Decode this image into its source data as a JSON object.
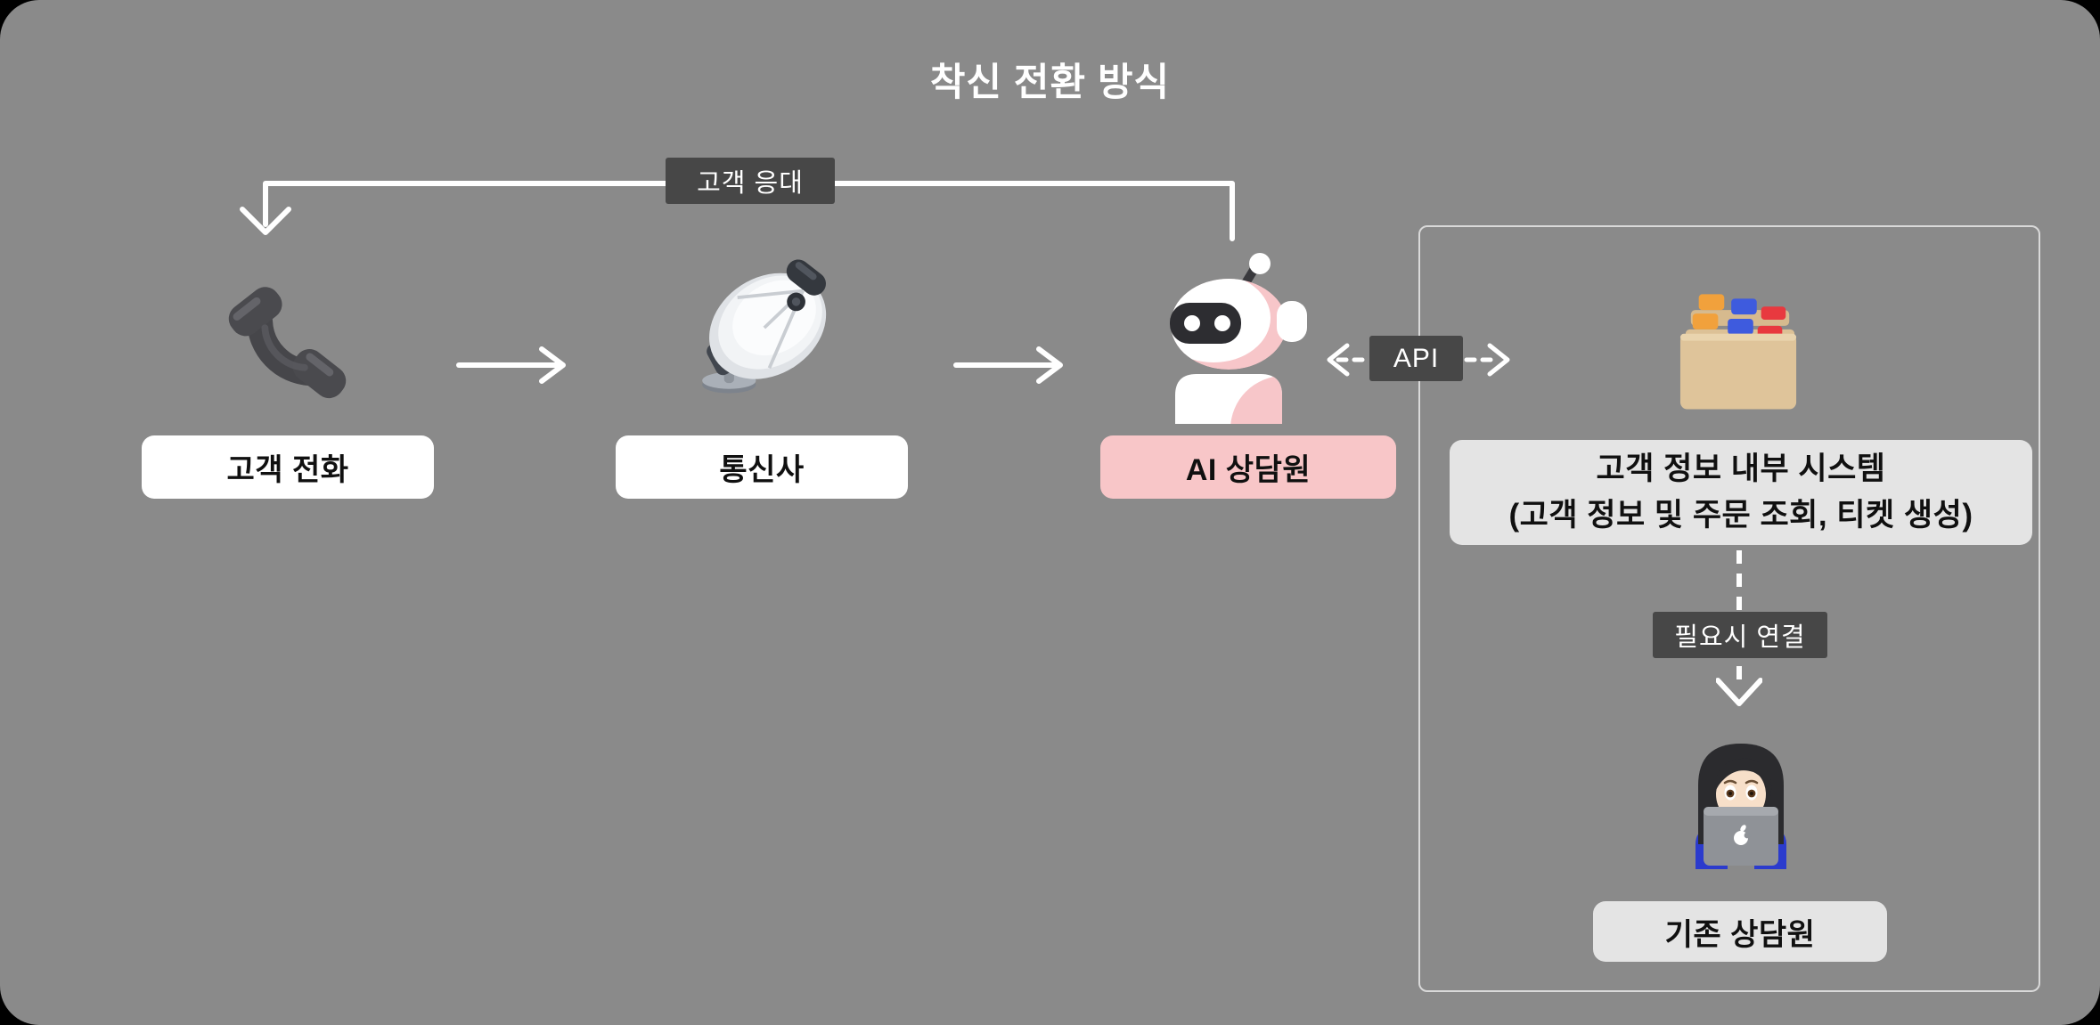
{
  "title": "착신 전환 방식",
  "colors": {
    "page_bg": "#000000",
    "canvas_bg": "#8A8A8A",
    "dark_label_bg": "#474747",
    "white_box_bg": "#FFFFFF",
    "pink_box_bg": "#F8C6C8",
    "light_box_bg": "#E4E4E4",
    "panel_border": "#D9D9D9",
    "line_color": "#FFFFFF",
    "text_dark": "#101010",
    "text_light": "#FFFFFF"
  },
  "callout": {
    "label": "고객 응대"
  },
  "flow": {
    "customer_call": {
      "label": "고객 전화",
      "icon": "telephone-receiver-icon"
    },
    "telecom": {
      "label": "통신사",
      "icon": "satellite-dish-icon"
    },
    "ai_agent": {
      "label": "AI 상담원",
      "icon": "robot-icon"
    },
    "api": {
      "label": "API"
    }
  },
  "panel": {
    "system": {
      "icon": "card-file-box-icon",
      "line1": "고객 정보 내부 시스템",
      "line2": "(고객 정보 및 주문 조회, 티켓 생성)"
    },
    "connect": {
      "label": "필요시 연결"
    },
    "human_agent": {
      "label": "기존 상담원",
      "icon": "woman-technologist-icon"
    }
  }
}
